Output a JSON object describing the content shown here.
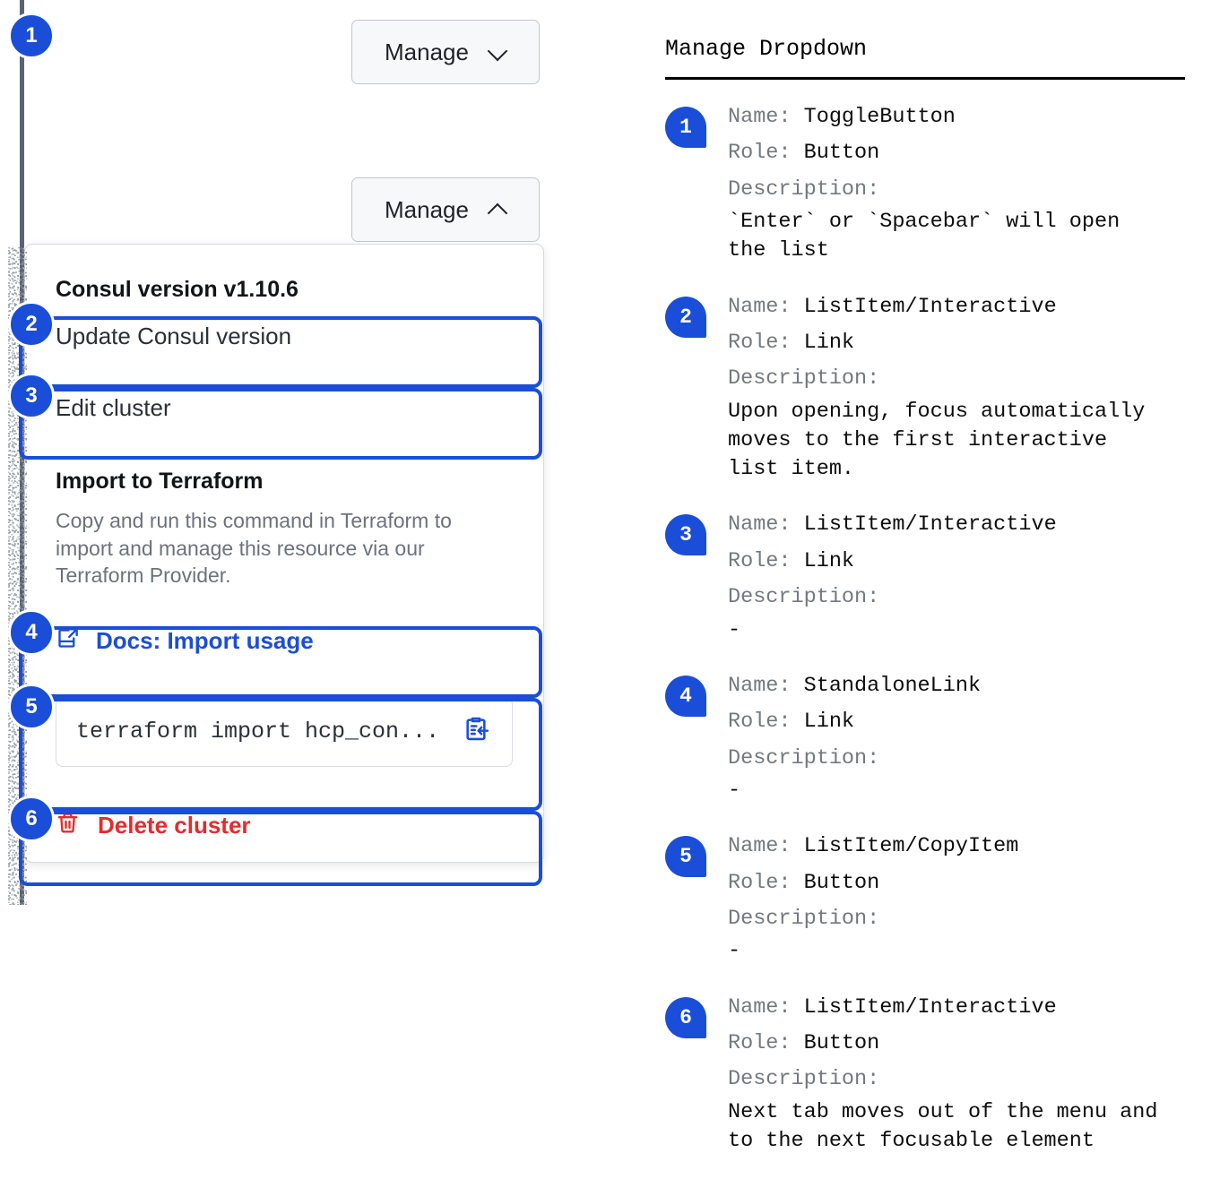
{
  "left": {
    "toggle_closed": {
      "label": "Manage",
      "icon": "chevron-down-icon"
    },
    "toggle_open": {
      "label": "Manage",
      "icon": "chevron-up-icon"
    },
    "dropdown": {
      "version_heading": "Consul version v1.10.6",
      "update_item": "Update Consul version",
      "edit_item": "Edit cluster",
      "terraform": {
        "heading": "Import to Terraform",
        "body": "Copy and run this command in Terraform to import and manage this resource via our Terraform Provider.",
        "docs_link": "Docs: Import usage",
        "docs_icon": "external-link-icon",
        "command": "terraform import hcp_con...",
        "copy_icon": "copy-to-clipboard-icon"
      },
      "delete_item": "Delete cluster",
      "delete_icon": "trash-icon"
    },
    "markers": [
      "1",
      "2",
      "3",
      "4",
      "5",
      "6"
    ]
  },
  "right": {
    "title": "Manage Dropdown",
    "labels": {
      "name": "Name:",
      "role": "Role:",
      "description": "Description:"
    },
    "items": [
      {
        "num": "1",
        "name": "ToggleButton",
        "role": "Button",
        "description": "`Enter` or `Spacebar` will open\nthe list"
      },
      {
        "num": "2",
        "name": "ListItem/Interactive",
        "role": "Link",
        "description": "Upon opening, focus automatically\nmoves to the first interactive\nlist item."
      },
      {
        "num": "3",
        "name": "ListItem/Interactive",
        "role": "Link",
        "description": "-"
      },
      {
        "num": "4",
        "name": "StandaloneLink",
        "role": "Link",
        "description": "-"
      },
      {
        "num": "5",
        "name": "ListItem/CopyItem",
        "role": "Button",
        "description": "-"
      },
      {
        "num": "6",
        "name": "ListItem/Interactive",
        "role": "Button",
        "description": "Next tab moves out of the menu and\nto the next focusable element"
      }
    ]
  },
  "colors": {
    "accent_blue": "#1a4ed8",
    "danger_red": "#e32c2c",
    "text_dark": "#121417",
    "text_muted": "#6c727d",
    "panel_border": "#d6d9de"
  }
}
